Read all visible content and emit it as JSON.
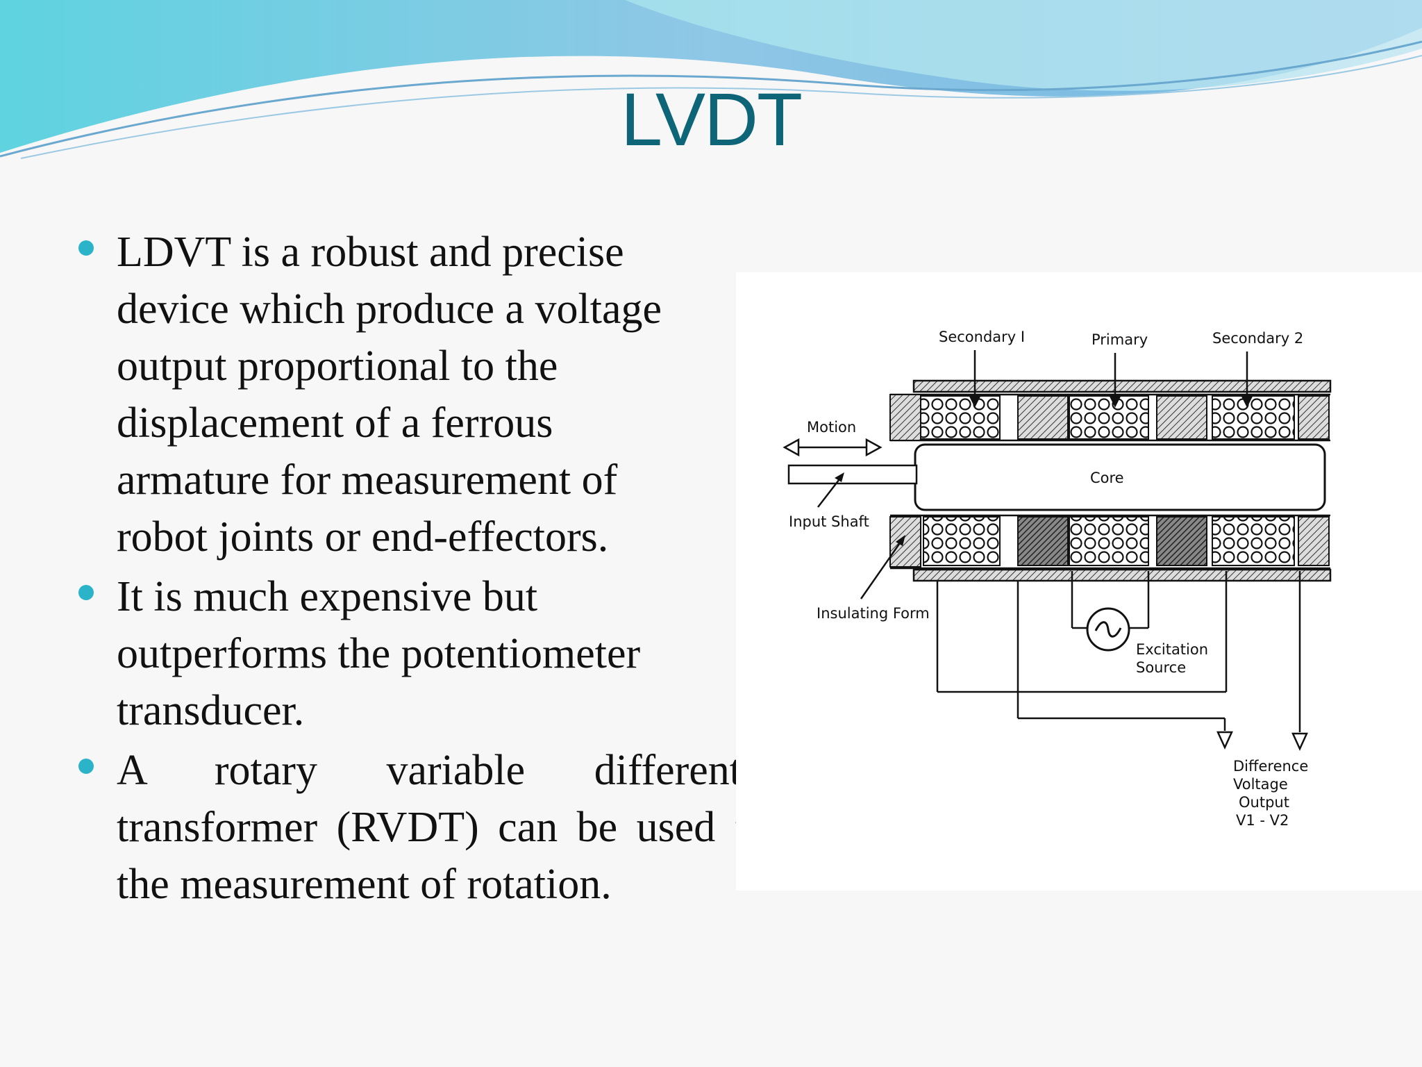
{
  "slide": {
    "title": "LVDT",
    "bullets": [
      {
        "text": "LDVT is a robust and precise device which produce a voltage output proportional to the displacement of a ferrous armature for measurement of robot joints or end-effectors."
      },
      {
        "text": "It is much expensive but outperforms the potentiometer transducer."
      },
      {
        "text": "A rotary variable differential transformer (RVDT) can be used for the measurement of rotation."
      }
    ]
  },
  "diagram": {
    "labels": {
      "secondary1": "Secondary I",
      "primary": "Primary",
      "secondary2": "Secondary 2",
      "motion": "Motion",
      "core": "Core",
      "input_shaft": "Input Shaft",
      "insulating_form": "Insulating Form",
      "excitation_1": "Excitation",
      "excitation_2": "Source",
      "output_1": "Difference",
      "output_2": "Voltage",
      "output_3": "Output",
      "output_4": "V1 - V2"
    }
  }
}
